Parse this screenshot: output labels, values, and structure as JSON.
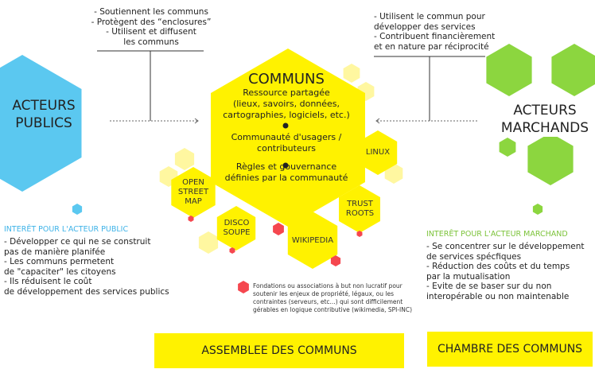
{
  "colors": {
    "public": "#5bc8f0",
    "commons": "#fff200",
    "commons_pale": "#fff7a0",
    "market": "#8cd63f",
    "foundation": "#f5474f",
    "public_title": "#3fb3e8",
    "market_title": "#7cc33a"
  },
  "public_actor": {
    "title_line1": "ACTEURS",
    "title_line2": "PUBLICS",
    "roles": [
      "- Soutiennent les communs",
      "- Protègent des “enclosures”",
      "- Utilisent et diffusent",
      "les communs"
    ],
    "interest_title": "INTERÊT POUR L'ACTEUR PUBLIC",
    "interest": [
      "- Développer ce qui ne se construit",
      "pas de manière planifée",
      "- Les communs permetent",
      "de \"capaciter\" les citoyens",
      "- Ils réduisent le coût",
      "de développement des services publics"
    ]
  },
  "market_actor": {
    "title_line1": "ACTEURS",
    "title_line2": "MARCHANDS",
    "roles": [
      "- Utilisent le commun pour",
      "développer des services",
      "- Contribuent financièrement",
      "et en nature par réciprocité"
    ],
    "interest_title": "INTERÊT POUR L'ACTEUR MARCHAND",
    "interest": [
      "- Se concentrer sur le développement",
      "de services spécfiques",
      "- Réduction des coûts et du temps",
      "par la mutualisation",
      "- Evite de se baser sur du non",
      "interopérable ou non maintenable"
    ]
  },
  "commons": {
    "title": "COMMUNS",
    "resource": [
      "Ressource partagée",
      "(lieux, savoirs, données,",
      "cartographies, logiciels, etc.)"
    ],
    "community": [
      "Communauté d'usagers /",
      "contributeurs"
    ],
    "rules": [
      "Règles et gouvernance",
      "définies par la communauté"
    ],
    "examples": {
      "linux": "LINUX",
      "trust": [
        "TRUST",
        "ROOTS"
      ],
      "wiki": "WIKIPEDIA",
      "disco": [
        "DISCO",
        "SOUPE"
      ],
      "osm": [
        "OPEN",
        "STREET",
        "MAP"
      ]
    }
  },
  "legend": [
    "Fondations ou associations à but non lucratif pour",
    "soutenir les enjeux de propriété, légaux, ou les",
    "contraintes (serveurs, etc...) qui sont difficilement",
    "gérables en logique contributive (wikimedia, SPI-INC)"
  ],
  "assembly": "ASSEMBLEE DES COMMUNS",
  "chamber": "CHAMBRE DES COMMUNS"
}
